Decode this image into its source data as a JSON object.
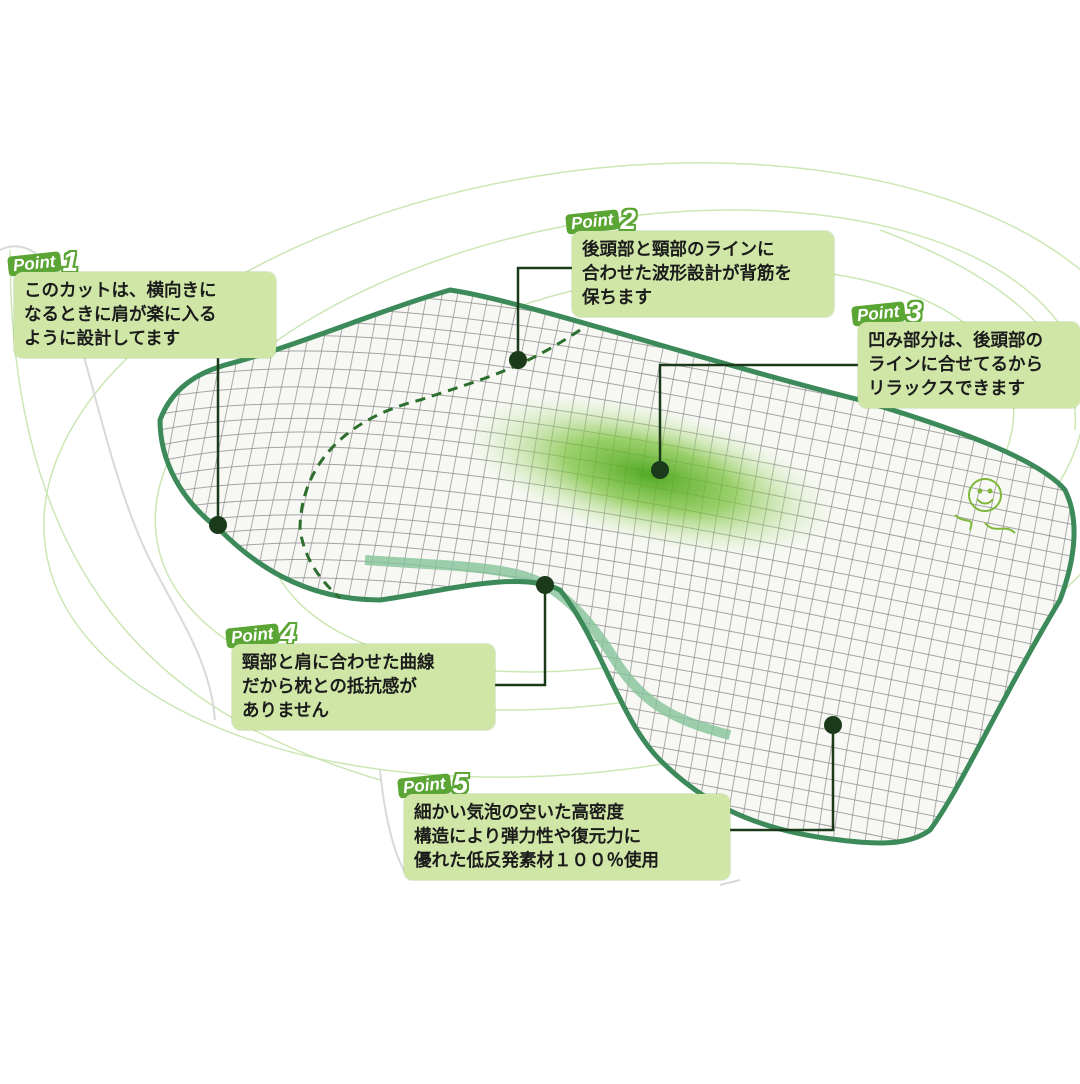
{
  "colors": {
    "box_fill": "#cfe6a6",
    "accent_green": "#5aa534",
    "pillow_edge": "#3c8a5a",
    "grid_line": "#8a8a8a",
    "leader_line": "#1a3a1a",
    "swirl": "#bfe0a2"
  },
  "points": [
    {
      "word": "Point",
      "number": "1",
      "lines": [
        "このカットは、横向きに",
        "なるときに肩が楽に入る",
        "ように設計してます"
      ]
    },
    {
      "word": "Point",
      "number": "2",
      "lines": [
        "後頭部と頸部のラインに",
        "合わせた波形設計が背筋を",
        "保ちます"
      ]
    },
    {
      "word": "Point",
      "number": "3",
      "lines": [
        "凹み部分は、後頭部の",
        "ラインに合せてるから",
        "リラックスできます"
      ]
    },
    {
      "word": "Point",
      "number": "4",
      "lines": [
        "頸部と肩に合わせた曲線",
        "だから枕との抵抗感が",
        "ありません"
      ]
    },
    {
      "word": "Point",
      "number": "5",
      "lines": [
        "細かい気泡の空いた高密度",
        "構造により弾力性や復元力に",
        "優れた低反発素材１００％使用"
      ]
    }
  ],
  "product_mark_icon": "leaf-face-logo-icon"
}
